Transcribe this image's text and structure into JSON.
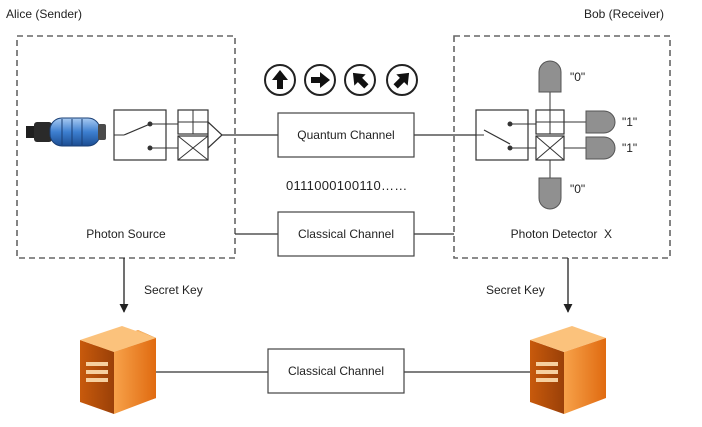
{
  "alice": {
    "title": "Alice (Sender)",
    "source_label": "Photon Source"
  },
  "bob": {
    "title": "Bob (Receiver)",
    "detector_label": "Photon Detector",
    "detector_mark": "X"
  },
  "channels": {
    "quantum": "Quantum Channel",
    "classical_top": "Classical Channel",
    "classical_bottom": "Classical Channel"
  },
  "bitstring": "0111000100110……",
  "secret_key": {
    "left": "Secret Key",
    "right": "Secret Key"
  },
  "detector_outputs": {
    "top": "\"0\"",
    "right_upper": "\"1\"",
    "right_lower": "\"1\"",
    "bottom": "\"0\""
  },
  "polarization_icons": [
    "arrow-up-icon",
    "arrow-right-icon",
    "arrow-upleft-icon",
    "arrow-upright-icon"
  ],
  "colors": {
    "laser_blue": "#3d7fd0",
    "server_orange": "#f08020",
    "line": "#333333",
    "dashed_box": "#666666"
  }
}
